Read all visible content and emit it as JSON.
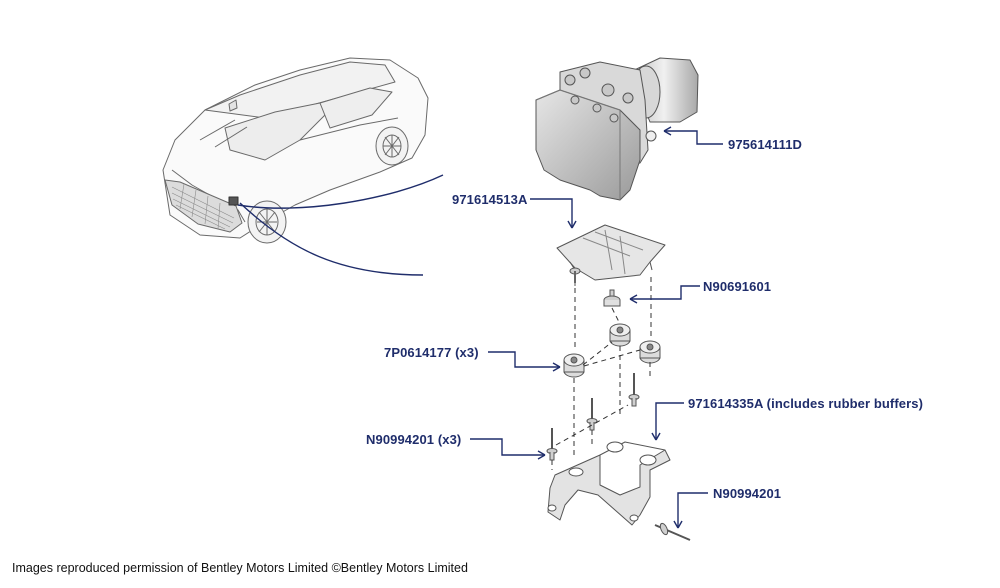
{
  "labels": {
    "abs_unit": "975614111D",
    "bracket_upper": "971614513A",
    "bolt": "N90691601",
    "buffers": "7P0614177 (x3)",
    "bracket_lower": "971614335A (includes rubber buffers)",
    "studs": "N90994201 (x3)",
    "stud_single": "N90994201"
  },
  "footer": "Images reproduced permission of Bentley Motors Limited ©Bentley Motors Limited",
  "colors": {
    "callout": "#1f2d6b",
    "drawing": "#5a5a5a",
    "fill_light": "#ececec",
    "fill_mid": "#cfcfcf"
  }
}
